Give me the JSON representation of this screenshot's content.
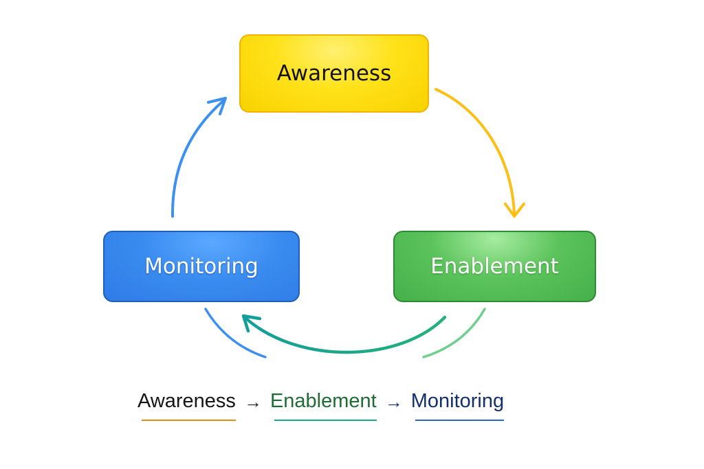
{
  "diagram": {
    "type": "cycle",
    "nodes": [
      {
        "id": "awareness",
        "label": "Awareness",
        "color": "#ffe21a",
        "text_color": "#141414"
      },
      {
        "id": "enablement",
        "label": "Enablement",
        "color": "#5cc35c",
        "text_color": "#ffffff"
      },
      {
        "id": "monitoring",
        "label": "Monitoring",
        "color": "#3a8cf0",
        "text_color": "#ffffff"
      }
    ],
    "edges": [
      {
        "from": "awareness",
        "to": "enablement",
        "color": "#fbbf16"
      },
      {
        "from": "enablement",
        "to": "monitoring",
        "color": "#17a88a"
      },
      {
        "from": "monitoring",
        "to": "awareness",
        "color": "#3d8ff0"
      }
    ]
  },
  "caption": {
    "items": [
      {
        "label": "Awareness",
        "text_color": "#141414",
        "underline_color": "#e08a1e"
      },
      {
        "label": "Enablement",
        "text_color": "#1e6b34",
        "underline_color": "#1aa68a"
      },
      {
        "label": "Monitoring",
        "text_color": "#12306e",
        "underline_color": "#2a66c8"
      }
    ],
    "separator": "→"
  }
}
